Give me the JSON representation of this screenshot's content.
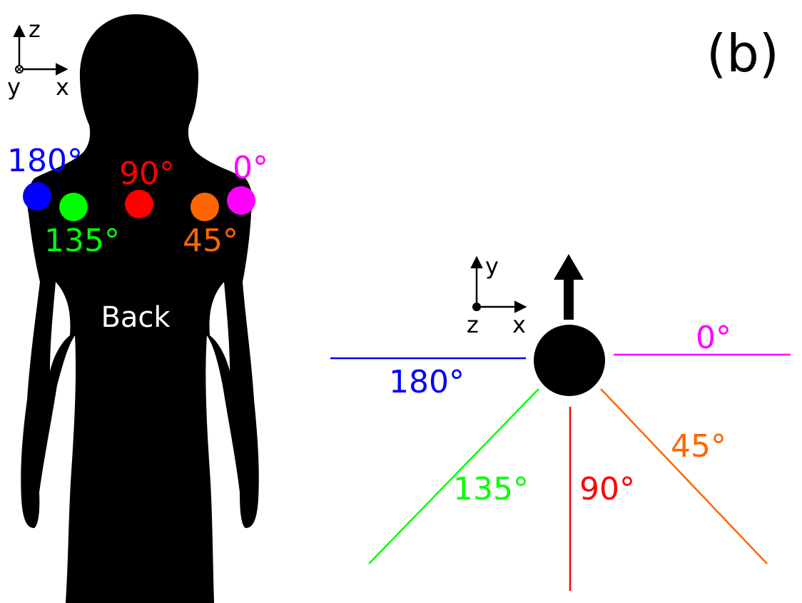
{
  "panel_label": "(b)",
  "body_view": {
    "caption": "Back",
    "axes": {
      "up": "z",
      "right": "x",
      "into_page": "y"
    },
    "markers": [
      {
        "id": "m180",
        "label": "180°",
        "color": "#0000ff"
      },
      {
        "id": "m135",
        "label": "135°",
        "color": "#00ff00"
      },
      {
        "id": "m90",
        "label": "90°",
        "color": "#ff0000"
      },
      {
        "id": "m45",
        "label": "45°",
        "color": "#ff6600"
      },
      {
        "id": "m0",
        "label": "0°",
        "color": "#ff00ff"
      }
    ]
  },
  "top_view": {
    "axes": {
      "up": "y",
      "right": "x",
      "out_of_page": "z"
    },
    "lines": [
      {
        "id": "l0",
        "label": "0°",
        "color": "#ff00ff"
      },
      {
        "id": "l45",
        "label": "45°",
        "color": "#ff6600"
      },
      {
        "id": "l90",
        "label": "90°",
        "color": "#ff0000"
      },
      {
        "id": "l135",
        "label": "135°",
        "color": "#00ff00"
      },
      {
        "id": "l180",
        "label": "180°",
        "color": "#0000ff"
      }
    ]
  }
}
